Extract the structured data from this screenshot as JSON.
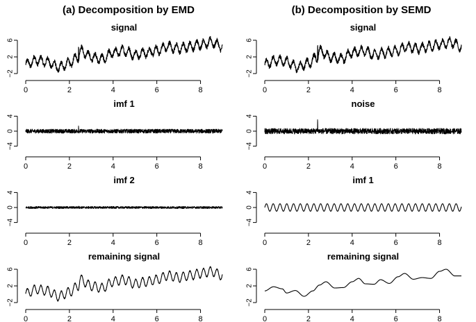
{
  "columns": [
    {
      "title": "(a) Decomposition by EMD"
    },
    {
      "title": "(b) Decomposition by SEMD"
    }
  ],
  "chart_data": [
    {
      "column": 0,
      "row": 0,
      "type": "line",
      "title": "signal",
      "xlim": [
        0,
        9
      ],
      "ylim": [
        -2,
        7
      ],
      "xticks": [
        0,
        2,
        4,
        6,
        8
      ],
      "yticks": [
        -2,
        2,
        6
      ],
      "curve": {
        "kind": "signal",
        "base": [
          [
            0,
            0.2
          ],
          [
            0.5,
            1.2
          ],
          [
            1,
            0.8
          ],
          [
            1.5,
            -0.5
          ],
          [
            2,
            0.5
          ],
          [
            2.4,
            2.0
          ],
          [
            2.5,
            3.5
          ],
          [
            3,
            2.0
          ],
          [
            3.5,
            1.5
          ],
          [
            4,
            3.0
          ],
          [
            4.5,
            3.5
          ],
          [
            5,
            2.5
          ],
          [
            5.5,
            3.0
          ],
          [
            6,
            3.5
          ],
          [
            6.5,
            4.5
          ],
          [
            7,
            4.0
          ],
          [
            7.5,
            4.5
          ],
          [
            8,
            5.0
          ],
          [
            8.5,
            5.5
          ],
          [
            9,
            4.5
          ]
        ],
        "osc_amp": 1.0,
        "osc_period": 0.31,
        "noise_amp": 0.5,
        "spike_x": 2.42,
        "spike_amp": 3.0
      }
    },
    {
      "column": 0,
      "row": 1,
      "type": "line",
      "title": "imf 1",
      "xlim": [
        0,
        9
      ],
      "ylim": [
        -5,
        5
      ],
      "xticks": [
        0,
        2,
        4,
        6,
        8
      ],
      "yticks": [
        -4,
        0,
        4
      ],
      "curve": {
        "kind": "noise",
        "noise_amp": 0.55,
        "spike_x": 2.42,
        "spike_amp": 1.4
      }
    },
    {
      "column": 0,
      "row": 2,
      "type": "line",
      "title": "imf 2",
      "xlim": [
        0,
        9
      ],
      "ylim": [
        -5,
        5
      ],
      "xticks": [
        0,
        2,
        4,
        6,
        8
      ],
      "yticks": [
        -4,
        0,
        4
      ],
      "curve": {
        "kind": "noise",
        "noise_amp": 0.3,
        "spike_x": 2.42,
        "spike_amp": 0.5
      }
    },
    {
      "column": 0,
      "row": 3,
      "type": "line",
      "title": "remaining signal",
      "xlim": [
        0,
        9
      ],
      "ylim": [
        -2,
        7
      ],
      "xticks": [
        0,
        2,
        4,
        6,
        8
      ],
      "yticks": [
        -2,
        2,
        6
      ],
      "curve": {
        "kind": "signal",
        "base": [
          [
            0,
            0.2
          ],
          [
            0.5,
            1.2
          ],
          [
            1,
            0.8
          ],
          [
            1.5,
            -0.5
          ],
          [
            2,
            0.5
          ],
          [
            2.4,
            2.0
          ],
          [
            2.5,
            3.5
          ],
          [
            3,
            2.0
          ],
          [
            3.5,
            1.5
          ],
          [
            4,
            3.0
          ],
          [
            4.5,
            3.5
          ],
          [
            5,
            2.5
          ],
          [
            5.5,
            3.0
          ],
          [
            6,
            3.5
          ],
          [
            6.5,
            4.5
          ],
          [
            7,
            4.0
          ],
          [
            7.5,
            4.5
          ],
          [
            8,
            5.0
          ],
          [
            8.5,
            5.5
          ],
          [
            9,
            4.5
          ]
        ],
        "osc_amp": 1.1,
        "osc_period": 0.31,
        "noise_amp": 0.12,
        "spike_x": 2.42,
        "spike_amp": 0
      }
    },
    {
      "column": 1,
      "row": 0,
      "type": "line",
      "title": "signal",
      "xlim": [
        0,
        9
      ],
      "ylim": [
        -2,
        7
      ],
      "xticks": [
        0,
        2,
        4,
        6,
        8
      ],
      "yticks": [
        -2,
        2,
        6
      ],
      "curve": {
        "kind": "signal",
        "base": [
          [
            0,
            0.2
          ],
          [
            0.5,
            1.2
          ],
          [
            1,
            0.8
          ],
          [
            1.5,
            -0.5
          ],
          [
            2,
            0.5
          ],
          [
            2.4,
            2.0
          ],
          [
            2.5,
            3.5
          ],
          [
            3,
            2.0
          ],
          [
            3.5,
            1.5
          ],
          [
            4,
            3.0
          ],
          [
            4.5,
            3.5
          ],
          [
            5,
            2.5
          ],
          [
            5.5,
            3.0
          ],
          [
            6,
            3.5
          ],
          [
            6.5,
            4.5
          ],
          [
            7,
            4.0
          ],
          [
            7.5,
            4.5
          ],
          [
            8,
            5.0
          ],
          [
            8.5,
            5.5
          ],
          [
            9,
            4.5
          ]
        ],
        "osc_amp": 1.0,
        "osc_period": 0.31,
        "noise_amp": 0.5,
        "spike_x": 2.42,
        "spike_amp": 3.0
      }
    },
    {
      "column": 1,
      "row": 1,
      "type": "line",
      "title": "noise",
      "xlim": [
        0,
        9
      ],
      "ylim": [
        -5,
        5
      ],
      "xticks": [
        0,
        2,
        4,
        6,
        8
      ],
      "yticks": [
        -4,
        0,
        4
      ],
      "curve": {
        "kind": "noise",
        "noise_amp": 0.75,
        "spike_x": 2.42,
        "spike_amp": 3.2
      }
    },
    {
      "column": 1,
      "row": 2,
      "type": "line",
      "title": "imf 1",
      "xlim": [
        0,
        9
      ],
      "ylim": [
        -5,
        5
      ],
      "xticks": [
        0,
        2,
        4,
        6,
        8
      ],
      "yticks": [
        -4,
        0,
        4
      ],
      "curve": {
        "kind": "sine",
        "amp": 1.0,
        "period": 0.31
      }
    },
    {
      "column": 1,
      "row": 3,
      "type": "line",
      "title": "remaining signal",
      "xlim": [
        0,
        9
      ],
      "ylim": [
        -2,
        7
      ],
      "xticks": [
        0,
        2,
        4,
        6,
        8
      ],
      "yticks": [
        -2,
        2,
        6
      ],
      "curve": {
        "kind": "smooth",
        "points": [
          [
            0,
            0.8
          ],
          [
            0.4,
            1.8
          ],
          [
            0.8,
            1.3
          ],
          [
            1.0,
            0.3
          ],
          [
            1.4,
            0.9
          ],
          [
            1.8,
            -0.5
          ],
          [
            2.2,
            0.8
          ],
          [
            2.5,
            2.2
          ],
          [
            2.8,
            3.0
          ],
          [
            3.2,
            1.5
          ],
          [
            3.6,
            1.6
          ],
          [
            4.0,
            3.0
          ],
          [
            4.3,
            3.8
          ],
          [
            4.6,
            2.5
          ],
          [
            5.0,
            2.4
          ],
          [
            5.3,
            3.5
          ],
          [
            5.7,
            2.6
          ],
          [
            6.1,
            4.2
          ],
          [
            6.4,
            5.0
          ],
          [
            6.8,
            3.6
          ],
          [
            7.2,
            4.0
          ],
          [
            7.6,
            3.8
          ],
          [
            8.0,
            5.5
          ],
          [
            8.3,
            6.0
          ],
          [
            8.7,
            4.4
          ],
          [
            9.0,
            4.4
          ]
        ]
      }
    }
  ]
}
